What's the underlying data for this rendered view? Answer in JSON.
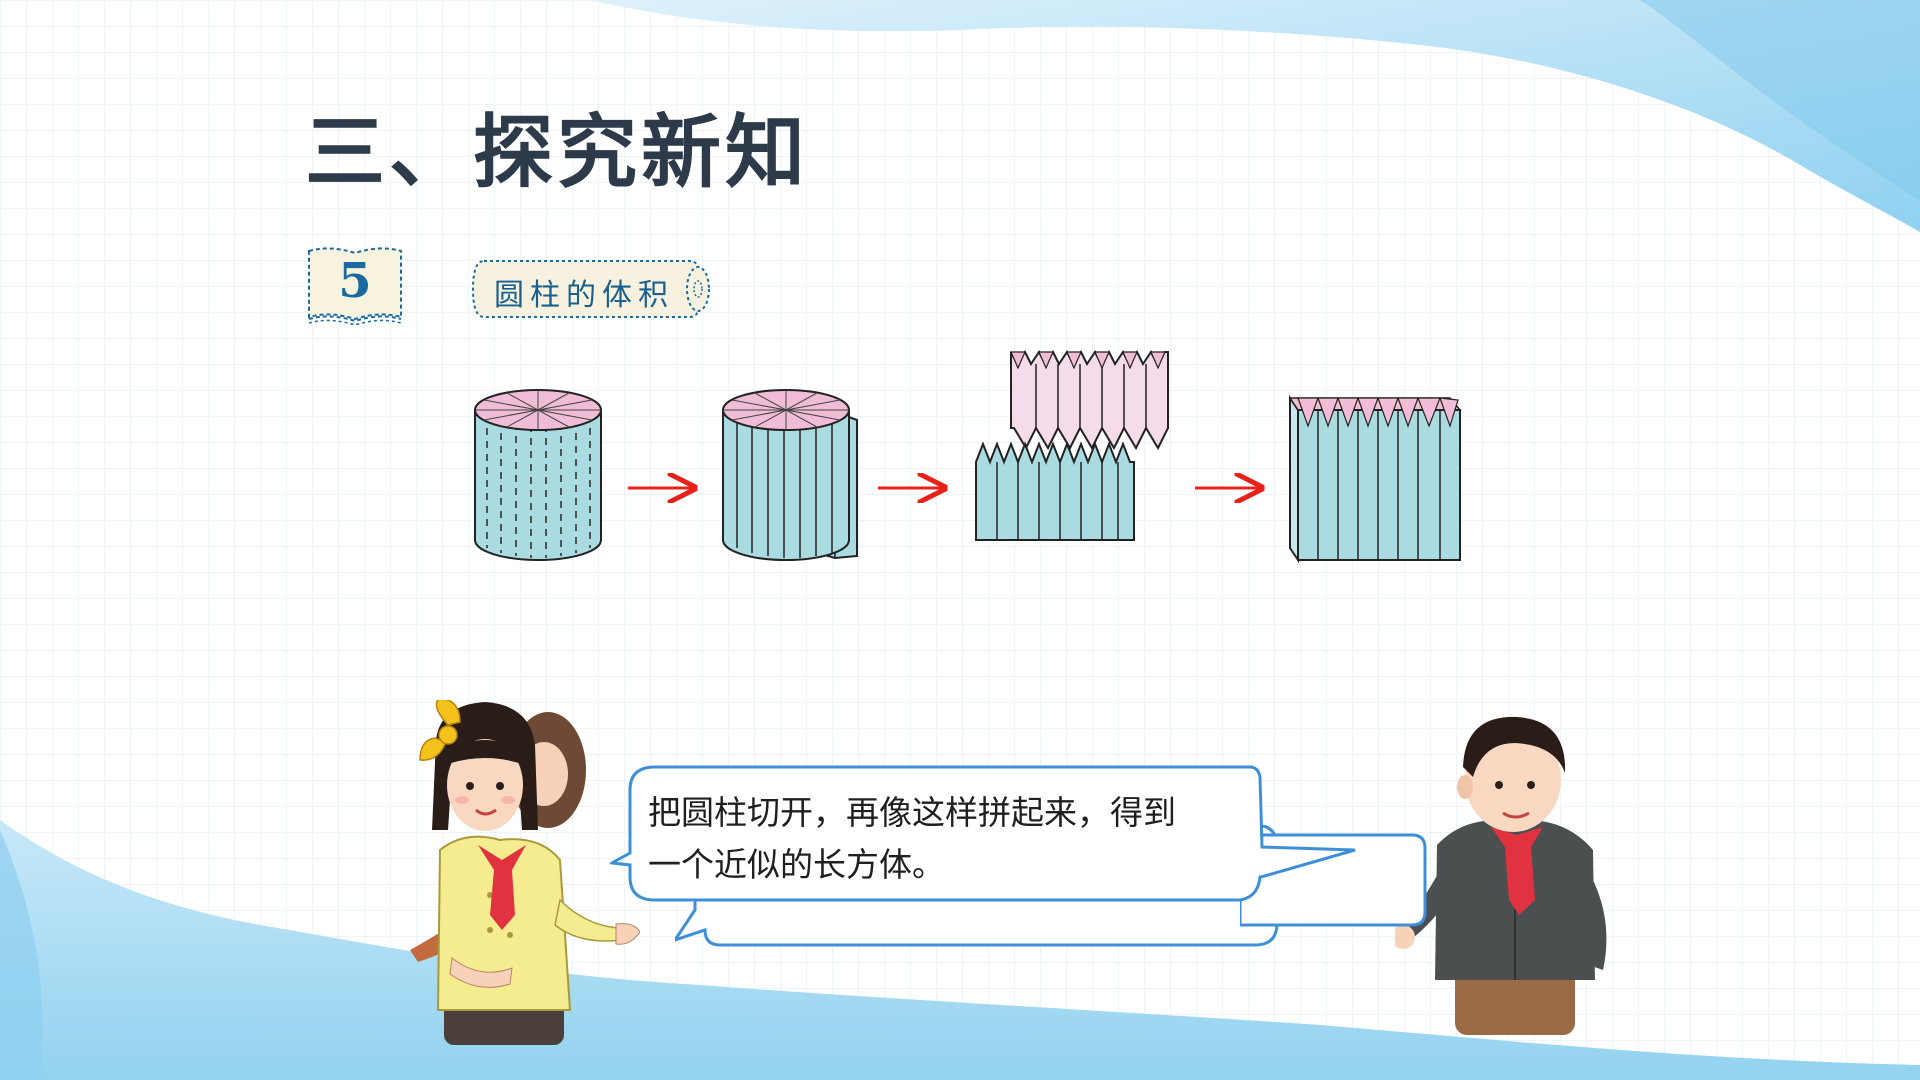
{
  "slide": {
    "section_title": "三、探究新知",
    "example_number": "5",
    "topic": "圆柱的体积"
  },
  "speech": {
    "front_bubble": {
      "line1": "把圆柱切开，再像这样拼起来，得到",
      "line2": "一个近似的长方体。"
    }
  },
  "colors": {
    "accent_blue": "#1a6aa0",
    "cylinder_side": "#a9dbe0",
    "cylinder_top": "#f0bcd6",
    "arrow": "#e8221b",
    "bubble_border": "#3f8fd8"
  }
}
